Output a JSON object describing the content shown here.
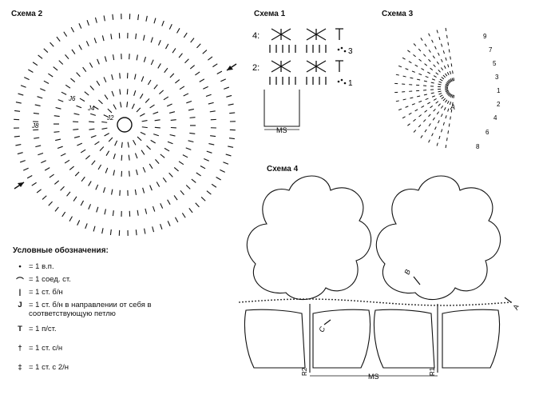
{
  "schemes": {
    "s1": "Схема 1",
    "s2": "Схема 2",
    "s3": "Схема 3",
    "s4": "Схема 4"
  },
  "scheme1": {
    "rows": [
      "1",
      "2:",
      "3",
      "4:"
    ],
    "ms": "MS"
  },
  "scheme3": {
    "labels": [
      "9",
      "7",
      "5",
      "3",
      "1",
      "2",
      "4",
      "6",
      "8"
    ],
    "point": "A"
  },
  "scheme2": {
    "labels": [
      "J8",
      "J6",
      "J4",
      "J2"
    ]
  },
  "scheme4": {
    "point_a": "A",
    "point_b": "B",
    "point_c": "C",
    "r1": "R1",
    "r2": "R2",
    "ms": "MS"
  },
  "legend": {
    "title": "Условные обозначения:",
    "items": [
      {
        "icon": "chain-stitch-icon",
        "symbol": "•",
        "text": "= 1 в.п."
      },
      {
        "icon": "slip-stitch-icon",
        "symbol": "⌒",
        "text": "= 1 соед. ст."
      },
      {
        "icon": "single-crochet-icon",
        "symbol": "|",
        "text": "= 1 ст. б/н"
      },
      {
        "icon": "single-crochet-back-loop-icon",
        "symbol": "J",
        "text": "= 1 ст. б/н в направлении от себя в соответствующую петлю"
      },
      {
        "icon": "half-double-crochet-icon",
        "symbol": "T",
        "text": "= 1 п/ст."
      },
      {
        "icon": "double-crochet-icon",
        "symbol": "†",
        "text": "= 1 ст. с/н"
      },
      {
        "icon": "treble-crochet-icon",
        "symbol": "‡",
        "text": "= 1 ст. с 2/н"
      }
    ]
  }
}
